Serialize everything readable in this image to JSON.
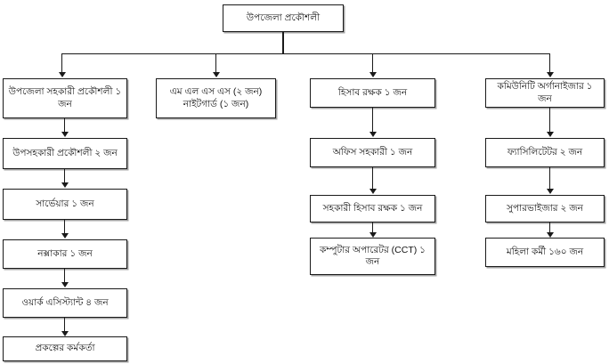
{
  "diagram": {
    "title": "Upazila Engineering Office Organogram",
    "root": {
      "id": "upazila-engineer",
      "label": "উপজেলা প্রকৌশলী",
      "lines": [
        "উপজেলা প্রকৌশলী"
      ]
    },
    "columns": [
      {
        "id": "column-1",
        "nodes": [
          {
            "id": "upazila-assistant-engineer",
            "lines": [
              "উপজেলা সহকারী প্রকৌশলী ১",
              "জন"
            ]
          },
          {
            "id": "sub-assistant-engineer",
            "lines": [
              "উপসহকারী প্রকৌশলী ২ জন"
            ]
          },
          {
            "id": "surveyor",
            "lines": [
              "সার্ভেয়ার  ১ জন"
            ]
          },
          {
            "id": "draftsman",
            "lines": [
              "নক্সাকার  ১ জন"
            ]
          },
          {
            "id": "work-assistant",
            "lines": [
              "ওয়ার্ক এসিস্ট্যান্ট ৪ জন"
            ]
          },
          {
            "id": "project-officer",
            "lines": [
              "প্রকল্পের কর্মকর্তা"
            ]
          }
        ]
      },
      {
        "id": "column-2",
        "nodes": [
          {
            "id": "mlss-nightguard",
            "lines": [
              "এম এল এস এস (২ জন)",
              "নাইটগার্ড (১ জন)"
            ]
          }
        ]
      },
      {
        "id": "column-3",
        "nodes": [
          {
            "id": "accountant",
            "lines": [
              "হিসাব রক্ষক ১ জন"
            ]
          },
          {
            "id": "office-assistant",
            "lines": [
              "অফিস সহকারী ১ জন"
            ]
          },
          {
            "id": "assistant-accountant",
            "lines": [
              "সহকারী হিসাব রক্ষক ১ জন"
            ]
          },
          {
            "id": "computer-operator",
            "lines": [
              "কম্পুটার অপারেটর (CCT) ১",
              "জন"
            ]
          }
        ]
      },
      {
        "id": "column-4",
        "nodes": [
          {
            "id": "community-organizer",
            "lines": [
              "কমিউনিটি অর্গানাইজার ১ জন"
            ]
          },
          {
            "id": "facilitator",
            "lines": [
              "ফ্যাসিলিটেটর ২ জন"
            ]
          },
          {
            "id": "supervisor",
            "lines": [
              "সুপারভাইজার ২ জন"
            ]
          },
          {
            "id": "female-worker",
            "lines": [
              "মহিলা কর্মী ১৬০ জন"
            ]
          }
        ]
      }
    ],
    "colors": {
      "line": "#1a1a1a",
      "box_border": "#1a1a1a",
      "background": "#ffffff",
      "text": "#111111"
    }
  }
}
